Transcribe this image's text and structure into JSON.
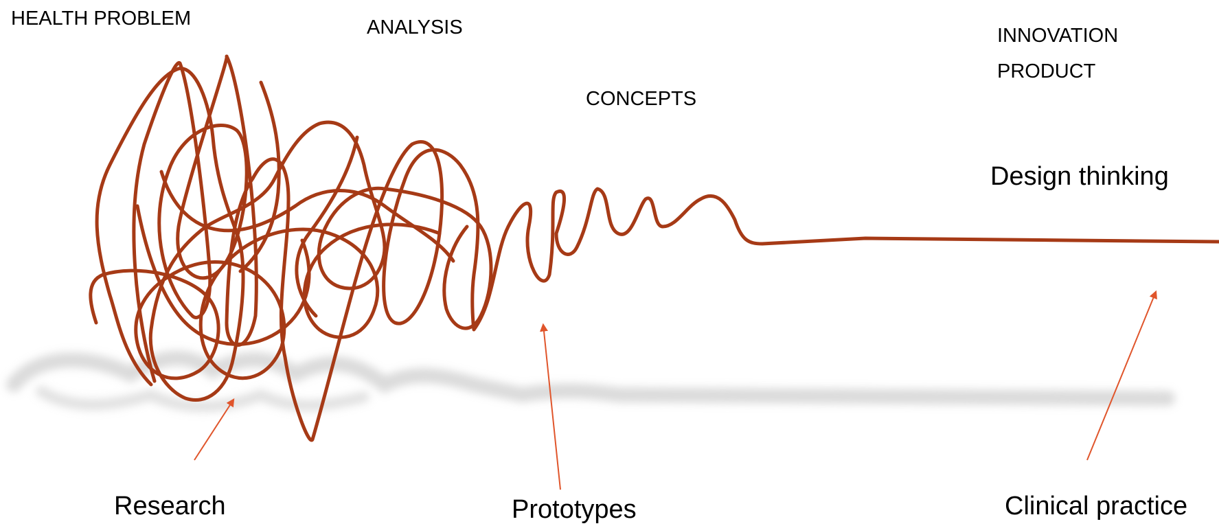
{
  "stages": {
    "health_problem": "HEALTH PROBLEM",
    "analysis": "ANALYSIS",
    "concepts": "CONCEPTS",
    "innovation": "INNOVATION",
    "product": "PRODUCT"
  },
  "title": "Design thinking",
  "callouts": {
    "research": "Research",
    "prototypes": "Prototypes",
    "clinical_practice": "Clinical practice"
  },
  "colors": {
    "squiggle": "#a63a16",
    "arrow": "#e0552b",
    "shadow": "#bdbdbd"
  }
}
